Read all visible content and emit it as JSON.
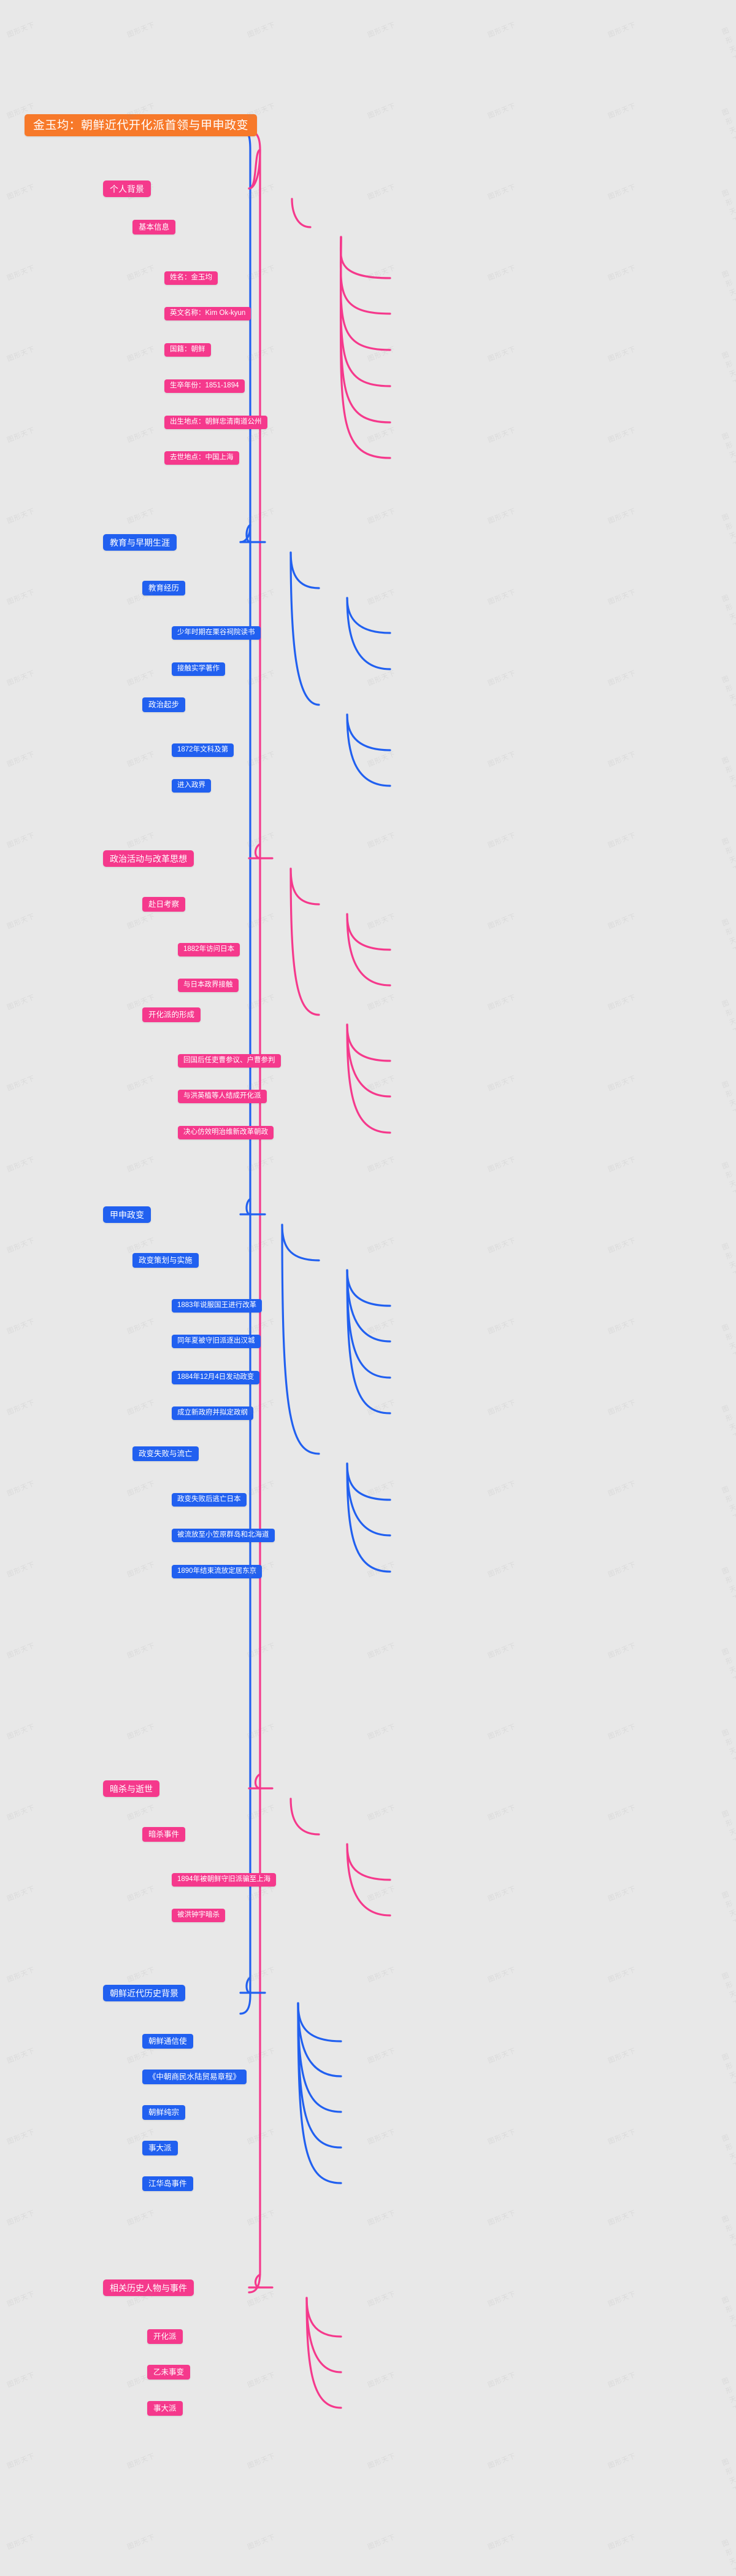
{
  "theme": {
    "background": "#e8e8e8",
    "root_color": "#f7792a",
    "pink": "#f5398c",
    "blue": "#2160f0",
    "text_color": "#ffffff",
    "watermark_text": "图形天下"
  },
  "root": {
    "label": "金玉均：朝鲜近代开化派首领与甲申政变"
  },
  "branches": [
    {
      "id": "personal-background",
      "label": "个人背景",
      "color": "pink",
      "children": [
        {
          "id": "basic-info",
          "label": "基本信息",
          "items": [
            "姓名：金玉均",
            "英文名称：Kim Ok-kyun",
            "国籍：朝鲜",
            "生卒年份：1851-1894",
            "出生地点：朝鲜忠清南道公州",
            "去世地点：中国上海"
          ]
        }
      ]
    },
    {
      "id": "education-early-career",
      "label": "教育与早期生涯",
      "color": "blue",
      "children": [
        {
          "id": "education-experience",
          "label": "教育经历",
          "items": [
            "少年时期在栗谷祠院读书",
            "接触实学著作"
          ]
        },
        {
          "id": "political-start",
          "label": "政治起步",
          "items": [
            "1872年文科及第",
            "进入政界"
          ]
        }
      ]
    },
    {
      "id": "political-activity-reform",
      "label": "政治活动与改革思想",
      "color": "pink",
      "children": [
        {
          "id": "japan-inspection",
          "label": "赴日考察",
          "items": [
            "1882年访问日本",
            "与日本政界接触"
          ]
        },
        {
          "id": "enlightenment-party-formation",
          "label": "开化派的形成",
          "items": [
            "回国后任吏曹参议、户曹参判",
            "与洪英植等人结成开化派",
            "决心仿效明治维新改革朝政"
          ]
        }
      ]
    },
    {
      "id": "gapsin-coup",
      "label": "甲申政变",
      "color": "blue",
      "children": [
        {
          "id": "coup-planning",
          "label": "政变策划与实施",
          "items": [
            "1883年说服国王进行改革",
            "同年夏被守旧派逐出汉城",
            "1884年12月4日发动政变",
            "成立新政府并拟定政纲"
          ]
        },
        {
          "id": "coup-failure-exile",
          "label": "政变失败与流亡",
          "items": [
            "政变失败后逃亡日本",
            "被流放至小笠原群岛和北海道",
            "1890年结束流放定居东京"
          ]
        }
      ]
    },
    {
      "id": "assassination-death",
      "label": "暗杀与逝世",
      "color": "pink",
      "children": [
        {
          "id": "assassination-event",
          "label": "暗杀事件",
          "items": [
            "1894年被朝鲜守旧派骗至上海",
            "被洪钟宇暗杀"
          ]
        }
      ]
    },
    {
      "id": "korea-modern-history-background",
      "label": "朝鲜近代历史背景",
      "color": "blue",
      "children": [],
      "items": [
        "朝鲜通信使",
        "《中朝商民水陆贸易章程》",
        "朝鲜纯宗",
        "事大派",
        "江华岛事件"
      ]
    },
    {
      "id": "related-figures-events",
      "label": "相关历史人物与事件",
      "color": "pink",
      "children": [],
      "items": [
        "开化派",
        "乙未事变",
        "事大派"
      ]
    }
  ]
}
